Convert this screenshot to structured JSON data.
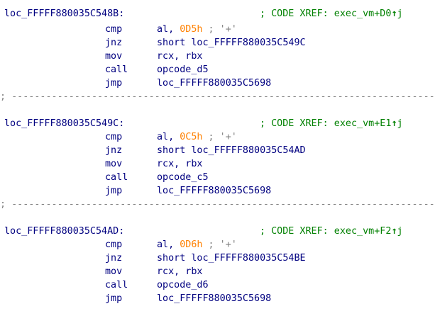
{
  "blocks": [
    {
      "label": "loc_FFFFF880035C548B:",
      "xref": "; CODE XREF: exec_vm+D0",
      "xref_suffix": "j",
      "instrs": [
        {
          "mnem": "cmp",
          "op_pre": "al, ",
          "num": "0D5h",
          "comment": " ; '+'"
        },
        {
          "mnem": "jnz",
          "op_pre": "short loc_FFFFF880035C549C"
        },
        {
          "mnem": "mov",
          "op_pre": "rcx, rbx"
        },
        {
          "mnem": "call",
          "op_pre": "opcode_d5"
        },
        {
          "mnem": "jmp",
          "op_pre": "loc_FFFFF880035C5698"
        }
      ]
    },
    {
      "label": "loc_FFFFF880035C549C:",
      "xref": "; CODE XREF: exec_vm+E1",
      "xref_suffix": "j",
      "instrs": [
        {
          "mnem": "cmp",
          "op_pre": "al, ",
          "num": "0C5h",
          "comment": " ; '+'"
        },
        {
          "mnem": "jnz",
          "op_pre": "short loc_FFFFF880035C54AD"
        },
        {
          "mnem": "mov",
          "op_pre": "rcx, rbx"
        },
        {
          "mnem": "call",
          "op_pre": "opcode_c5"
        },
        {
          "mnem": "jmp",
          "op_pre": "loc_FFFFF880035C5698"
        }
      ]
    },
    {
      "label": "loc_FFFFF880035C54AD:",
      "xref": "; CODE XREF: exec_vm+F2",
      "xref_suffix": "j",
      "instrs": [
        {
          "mnem": "cmp",
          "op_pre": "al, ",
          "num": "0D6h",
          "comment": " ; '+'"
        },
        {
          "mnem": "jnz",
          "op_pre": "short loc_FFFFF880035C54BE"
        },
        {
          "mnem": "mov",
          "op_pre": "rcx, rbx"
        },
        {
          "mnem": "call",
          "op_pre": "opcode_d6"
        },
        {
          "mnem": "jmp",
          "op_pre": "loc_FFFFF880035C5698"
        }
      ]
    }
  ],
  "separator": "; ---------------------------------------------------------------------------",
  "icons": {
    "xref_arrow": "up-arrow-icon"
  },
  "colors": {
    "code": "#000080",
    "xref": "#008000",
    "number": "#ff8000",
    "comment": "#808080"
  }
}
